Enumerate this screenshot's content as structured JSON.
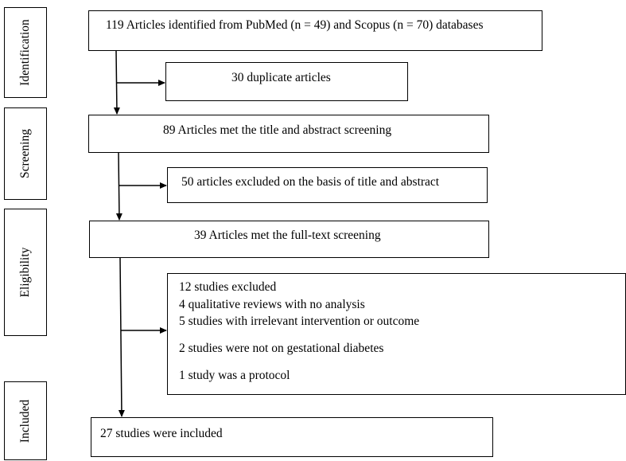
{
  "stages": {
    "identification": "Identification",
    "screening": "Screening",
    "eligibility": "Eligibility",
    "included": "Included"
  },
  "boxes": {
    "identified": "119 Articles identified from PubMed (n = 49) and Scopus (n = 70) databases",
    "duplicates": "30 duplicate articles",
    "screened": "89 Articles met the title and abstract screening",
    "excluded_title_abstract": "50 articles excluded on the basis of title and abstract",
    "fulltext": "39 Articles met the full-text screening",
    "excluded_fulltext": {
      "line1": "12 studies excluded",
      "line2": "4 qualitative reviews with no analysis",
      "line3": "5 studies with irrelevant intervention or outcome",
      "line4": "2 studies were not on gestational diabetes",
      "line5": "1 study was a protocol"
    },
    "included": "27 studies were included"
  }
}
